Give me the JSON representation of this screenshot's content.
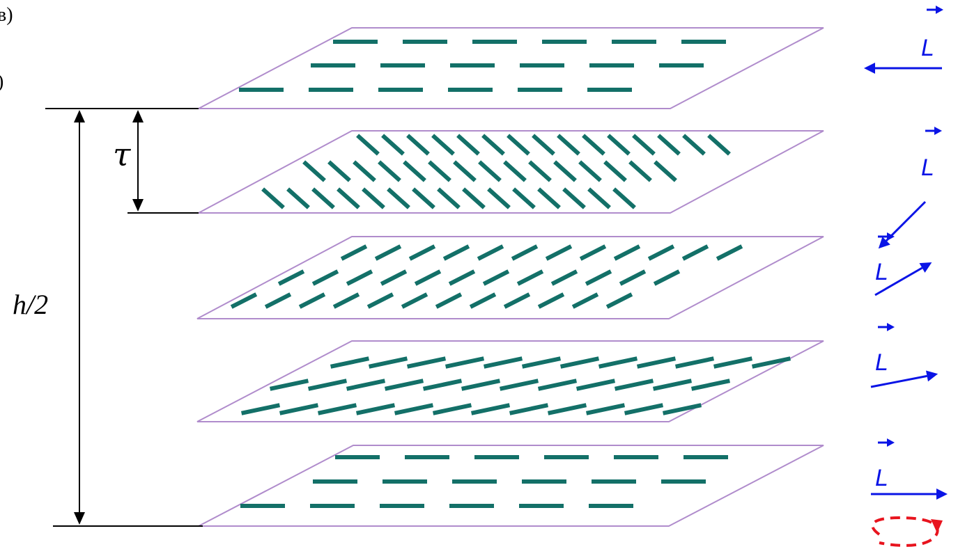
{
  "fragments": {
    "top": "в)",
    "second": ")"
  },
  "labels": {
    "tau": "τ",
    "half_pitch": "h/2",
    "vector": "L"
  },
  "layers": [
    {
      "director_angle_deg": 0,
      "vector_angle_deg": 180
    },
    {
      "director_angle_deg": -42,
      "vector_angle_deg": 225
    },
    {
      "director_angle_deg": 27,
      "vector_angle_deg": 30
    },
    {
      "director_angle_deg": 12,
      "vector_angle_deg": 11
    },
    {
      "director_angle_deg": 0,
      "vector_angle_deg": 0
    }
  ],
  "colors": {
    "molecule": "#137068",
    "plane_edge": "#b08ccc",
    "vector": "#0a14e6",
    "rotation_loop": "#e8141e"
  }
}
